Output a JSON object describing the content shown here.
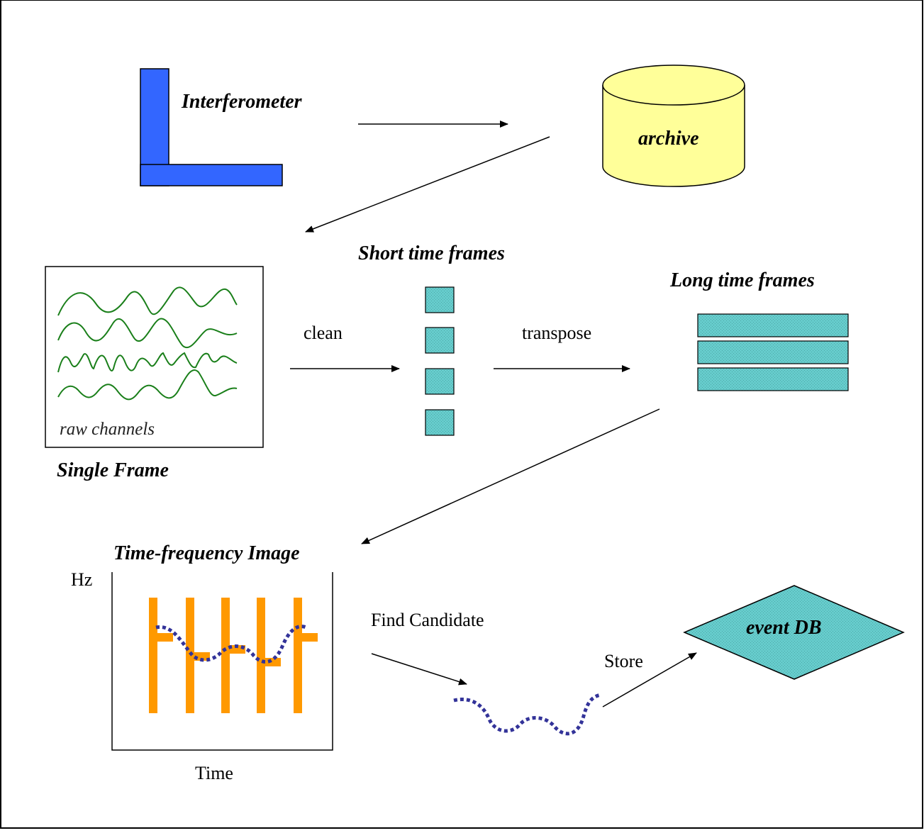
{
  "labels": {
    "interferometer": "Interferometer",
    "archive": "archive",
    "short_time_frames": "Short time frames",
    "long_time_frames": "Long time frames",
    "clean": "clean",
    "transpose": "transpose",
    "raw_channels": "raw channels",
    "single_frame": "Single Frame",
    "time_frequency_image": "Time-frequency Image",
    "hz": "Hz",
    "time": "Time",
    "find_candidate": "Find Candidate",
    "store": "Store",
    "event_db": "event DB"
  },
  "colors": {
    "interferometer": "#3366ff",
    "archive_fill": "#ffff99",
    "frame_fill": "#66cccc",
    "wave": "#1a7f1a",
    "tf_bars": "#ff9900",
    "candidate": "#333399",
    "db_fill": "#66cccc"
  }
}
